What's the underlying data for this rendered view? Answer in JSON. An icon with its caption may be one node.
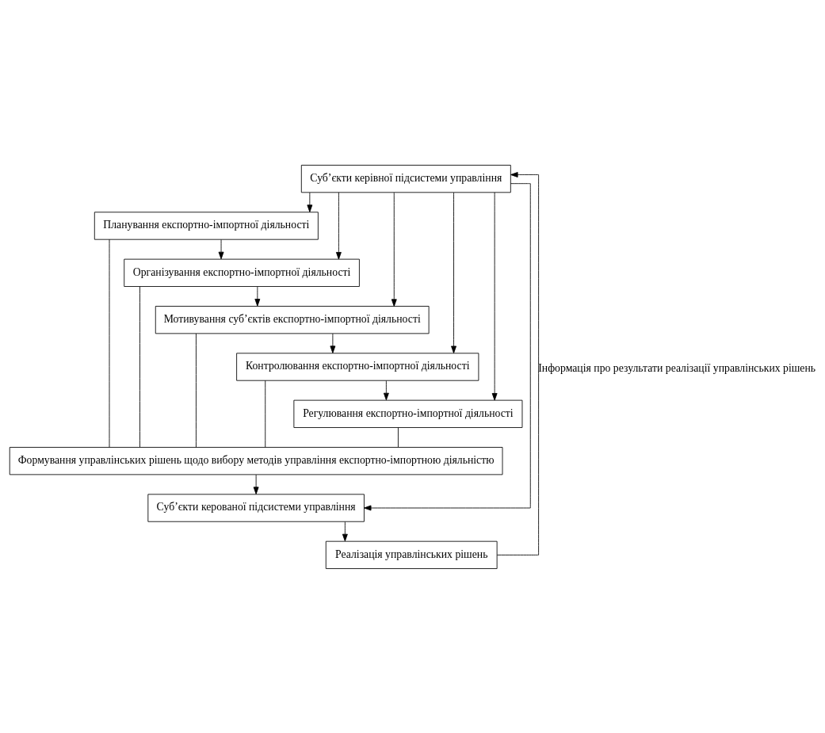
{
  "diagram": {
    "nodes": [
      {
        "text": [
          "Суб’єкти керівної підсистеми управління"
        ]
      },
      {
        "text": [
          "Суб’єкти керованої підсистеми управління"
        ]
      },
      {
        "text": [
          "Планування експортно-імпортної діяльності"
        ]
      },
      {
        "text": [
          "Організування експортно-імпортної діяльності"
        ]
      },
      {
        "text": [
          "Мотивування суб’єктів експортно-імпортної діяльності"
        ]
      },
      {
        "text": [
          "Контролювання експортно-імпортної діяльності"
        ]
      },
      {
        "text": [
          "Регулювання експортно-імпортної діяльності"
        ]
      },
      {
        "text": [
          "Формування управлінських рішень щодо вибору методів управління експортно-імпортною діяльністю"
        ]
      },
      {
        "text": [
          "Реалізація управлінських рішень"
        ]
      }
    ],
    "edges": [
      {
        "from": 0,
        "to": 1,
        "arrow": "to"
      },
      {
        "from": 0,
        "to": 2,
        "arrow": "to"
      },
      {
        "from": 0,
        "to": 3,
        "arrow": "to"
      },
      {
        "from": 0,
        "to": 4,
        "arrow": "to"
      },
      {
        "from": 0,
        "to": 5,
        "arrow": "to"
      },
      {
        "from": 0,
        "to": 6,
        "arrow": "to"
      },
      {
        "from": 2,
        "to": 3,
        "arrow": "to"
      },
      {
        "from": 3,
        "to": 4,
        "arrow": "to"
      },
      {
        "from": 4,
        "to": 5,
        "arrow": "to"
      },
      {
        "from": 5,
        "to": 6,
        "arrow": "to"
      },
      {
        "from": 2,
        "to": 7,
        "arrow": "none"
      },
      {
        "from": 3,
        "to": 7,
        "arrow": "none"
      },
      {
        "from": 4,
        "to": 7,
        "arrow": "none"
      },
      {
        "from": 5,
        "to": 7,
        "arrow": "none"
      },
      {
        "from": 6,
        "to": 7,
        "arrow": "none"
      },
      {
        "from": 7,
        "to": 1,
        "arrow": "to"
      },
      {
        "from": 1,
        "to": 8,
        "arrow": "to"
      },
      {
        "from": 8,
        "to": 0,
        "arrow": "to",
        "label": "Інформація про результати реалізації управлінських рішень"
      }
    ]
  }
}
